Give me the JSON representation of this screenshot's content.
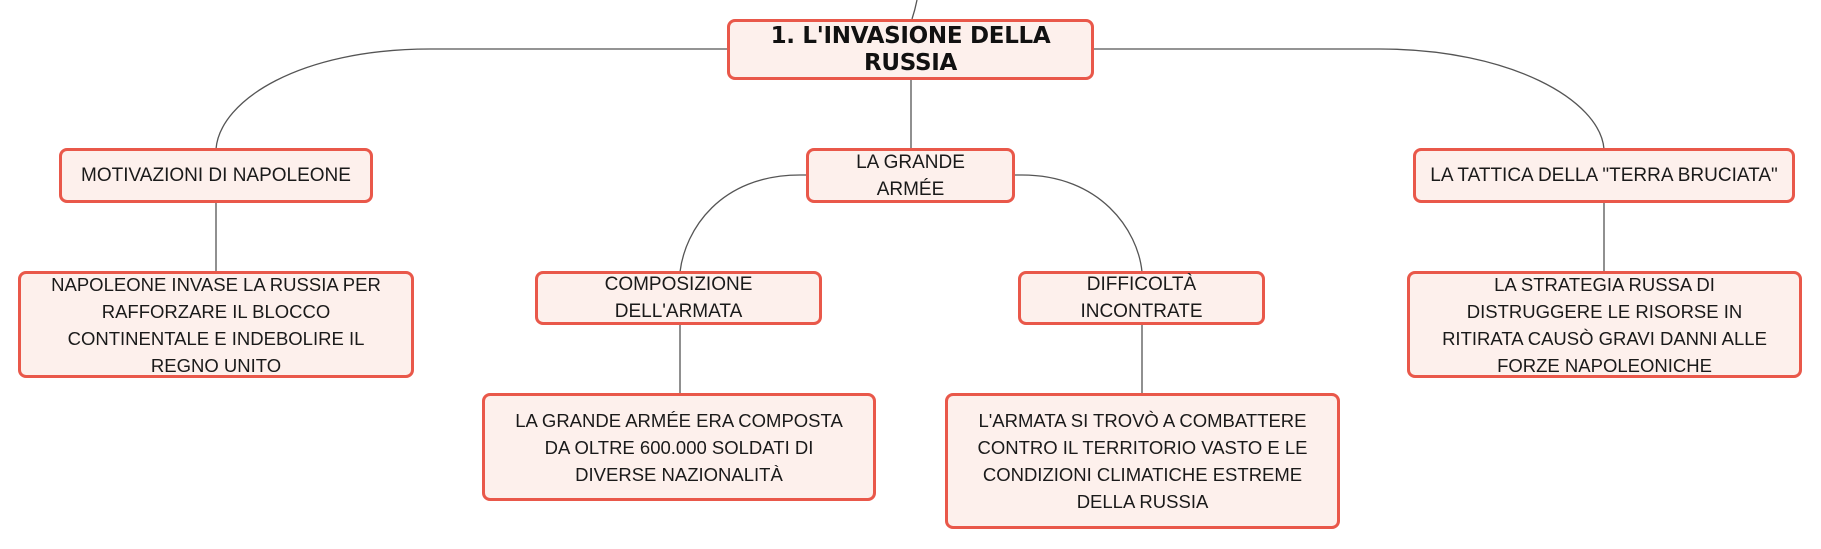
{
  "root": {
    "label": "1. L'INVASIONE DELLA RUSSIA"
  },
  "branches": [
    {
      "label": "MOTIVAZIONI DI NAPOLEONE",
      "detail": "NAPOLEONE INVASE LA RUSSIA PER RAFFORZARE IL BLOCCO CONTINENTALE E INDEBOLIRE IL REGNO UNITO"
    },
    {
      "label": "LA GRANDE ARMÉE",
      "children": [
        {
          "label": "COMPOSIZIONE DELL'ARMATA",
          "detail": "LA GRANDE ARMÉE ERA COMPOSTA DA OLTRE 600.000 SOLDATI DI DIVERSE NAZIONALITÀ"
        },
        {
          "label": "DIFFICOLTÀ INCONTRATE",
          "detail": "L'ARMATA SI TROVÒ A COMBATTERE CONTRO IL TERRITORIO VASTO E LE CONDIZIONI CLIMATICHE ESTREME DELLA RUSSIA"
        }
      ]
    },
    {
      "label": "LA TATTICA DELLA \"TERRA BRUCIATA\"",
      "detail": "LA STRATEGIA RUSSA DI DISTRUGGERE LE RISORSE IN RITIRATA CAUSÒ GRAVI DANNI ALLE FORZE NAPOLEONICHE"
    }
  ],
  "colors": {
    "node_border": "#e9584a",
    "node_fill": "#fdf0ec",
    "connector": "#555555"
  }
}
